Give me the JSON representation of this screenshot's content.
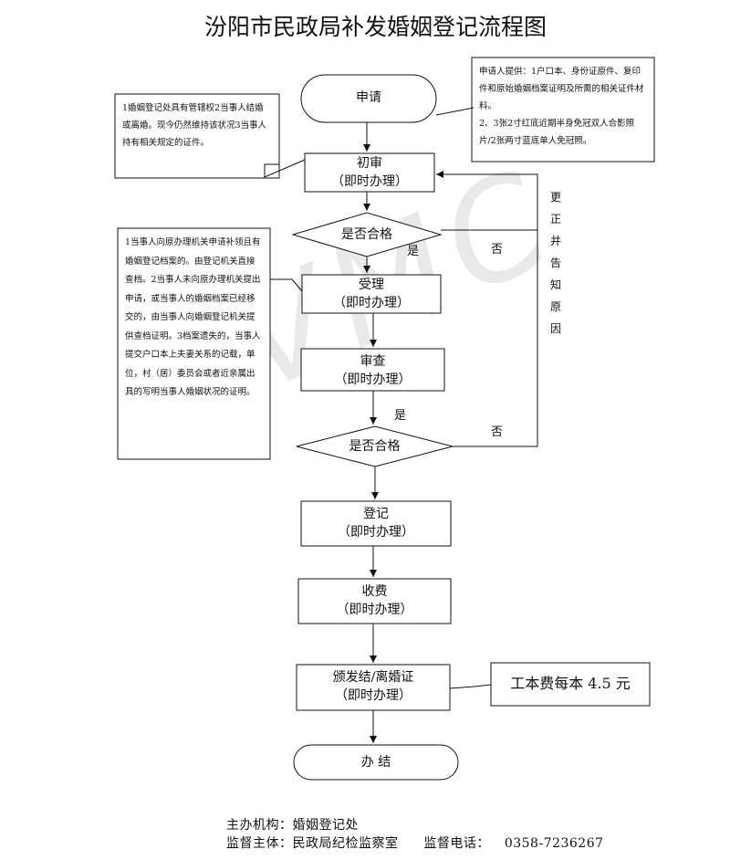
{
  "title": "汾阳市民政局补发婚姻登记流程图",
  "watermark": "VMC",
  "nodes": {
    "apply": "申请",
    "initial_review_title": "初审",
    "initial_review_sub": "（即时办理）",
    "qualified_1": "是否合格",
    "accept_title": "受理",
    "accept_sub": "（即时办理）",
    "review_title": "审查",
    "review_sub": "（即时办理）",
    "qualified_2": "是否合格",
    "register_title": "登记",
    "register_sub": "（即时办理）",
    "fee_title": "收费",
    "fee_sub": "（即时办理）",
    "issue_title": "颁发结/离婚证",
    "issue_sub": "（即时办理）",
    "finish": "办 结"
  },
  "edge_labels": {
    "yes_1": "是",
    "no_1": "否",
    "yes_2": "是",
    "no_2": "否",
    "correct_notice": "更正并告知原因"
  },
  "notes": {
    "applicant_provides": "申请人提供：1户口本、身份证原件、复印件和原始婚姻档案证明及所需的相关证件材料。\n2、3张2寸红底近期半身免冠双人合影照片/2张两寸蓝底单人免冠照。",
    "jurisdiction": "1婚姻登记处具有管辖权2当事人结婚或离婚。现今仍然维持该状况3当事人持有相关规定的证件。",
    "archive_notes": "1当事人向原办理机关申请补领且有婚姻登记档案的。由登记机关直接查档。2当事人未向原办理机关提出申请，或当事人的婚姻档案已经移交的，由当事人向婚姻登记机关提供查档证明。3档案遗失的，当事人提交户口本上夫妻关系的记载，单位，村（居）委员会或者近亲属出具的写明当事人婚姻状况的证明。",
    "fee_text": "工本费每本 4.5 元"
  },
  "footer": {
    "organizer": "主办机构：婚姻登记处",
    "supervisor": "监督主体：民政局纪检监察室",
    "phone_label": "监督电话：",
    "phone": "0358-7236267"
  }
}
